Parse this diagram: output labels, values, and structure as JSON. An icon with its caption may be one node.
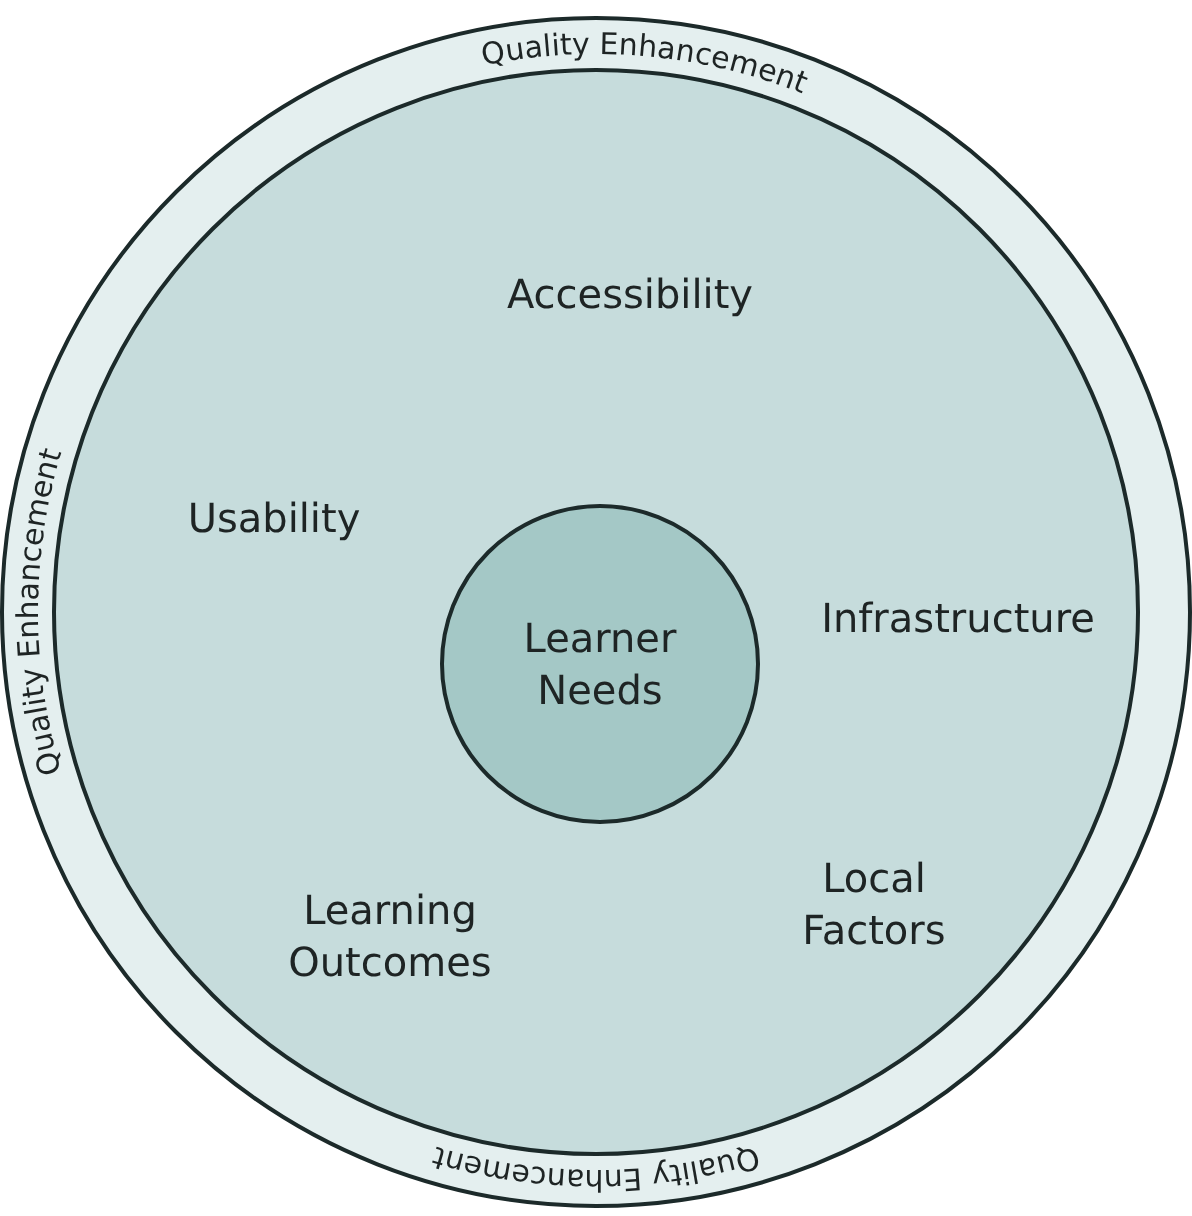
{
  "diagram": {
    "nodes": [
      {
        "text": [
          "Quality Enhancement",
          "Quality Enhancement",
          "Quality Enhancement"
        ]
      },
      {
        "text": [
          "Accessibility",
          "Usability",
          "Infrastructure",
          "Learning Outcomes",
          "Local Factors"
        ],
        "in": 0
      },
      {
        "text": [
          "Learner Needs"
        ],
        "in": 1
      }
    ]
  }
}
